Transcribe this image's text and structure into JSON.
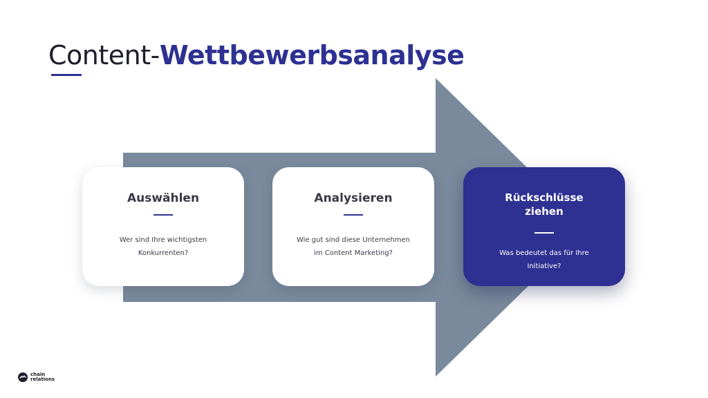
{
  "title": {
    "light": "Content-",
    "bold": "Wettbewerbsanalyse"
  },
  "colors": {
    "accent": "#2e3192",
    "arrow": "#7a8a9c",
    "text": "#3a3a48",
    "card": "#ffffff"
  },
  "steps": [
    {
      "title": "Auswählen",
      "text": "Wer sind Ihre wichtigsten Konkurrenten?"
    },
    {
      "title": "Analysieren",
      "text": "Wie gut sind diese Unternehmen im Content Marketing?"
    },
    {
      "title_line1": "Rückschlüsse",
      "title_line2": "ziehen",
      "text": "Was bedeutet das für Ihre Initiative?"
    }
  ],
  "logo": {
    "line1": "chain",
    "line2": "relations",
    "icon": "chain-relations-logo-icon"
  }
}
